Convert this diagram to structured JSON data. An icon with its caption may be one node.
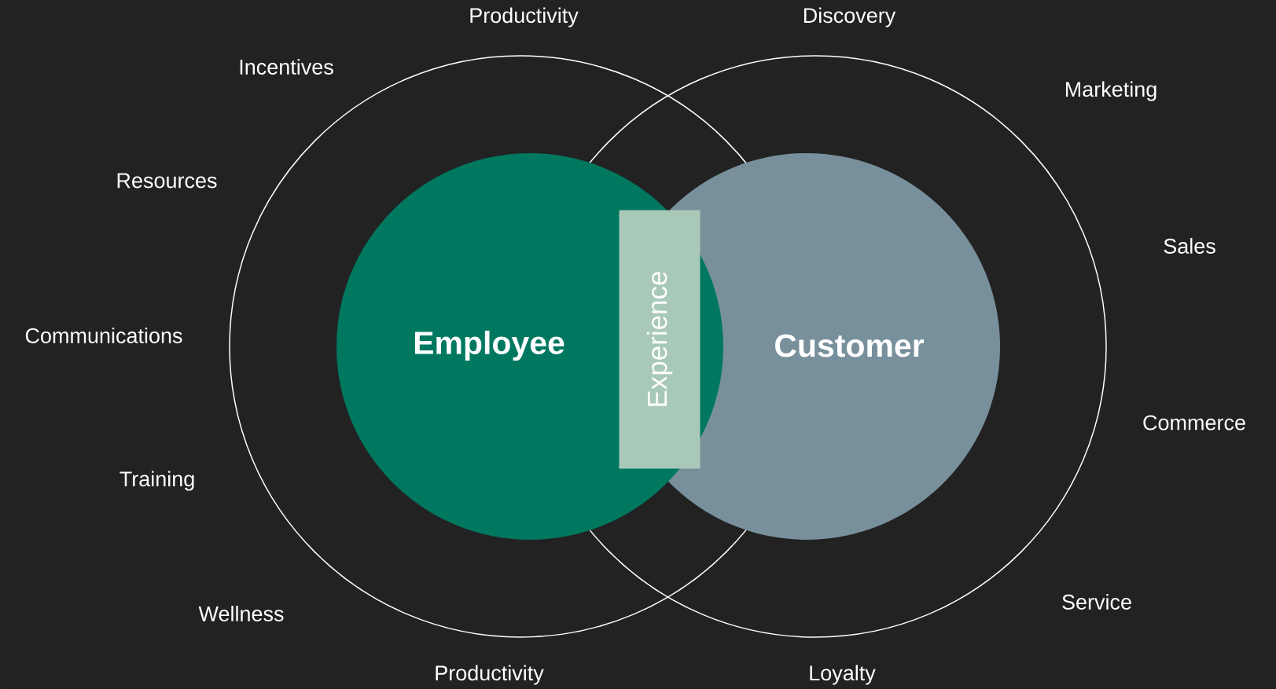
{
  "diagram": {
    "nodes": [
      {
        "text": [
          "Employee"
        ]
      },
      {
        "text": [
          "Customer"
        ]
      },
      {
        "text": [
          "Experience"
        ]
      }
    ],
    "labels": [
      "Productivity",
      "Discovery",
      "Incentives",
      "Marketing",
      "Resources",
      "Sales",
      "Communications",
      "Commerce",
      "Training",
      "Service",
      "Wellness",
      "Productivity",
      "Loyalty"
    ]
  }
}
